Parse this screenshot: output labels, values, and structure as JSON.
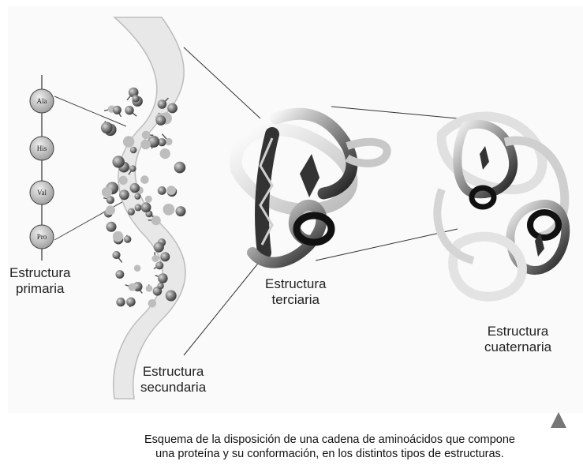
{
  "primary": {
    "label_line1": "Estructura",
    "label_line2": "primaria",
    "amino_acids": [
      "Ala",
      "His",
      "Val",
      "Pro"
    ]
  },
  "secondary": {
    "label_line1": "Estructura",
    "label_line2": "secundaria"
  },
  "tertiary": {
    "label_line1": "Estructura",
    "label_line2": "terciaria"
  },
  "quaternary": {
    "label_line1": "Estructura",
    "label_line2": "cuaternaria"
  },
  "caption": {
    "line1": "Esquema de la disposición de una cadena de aminoácidos que compone",
    "line2": "una proteína y su conformación, en los distintos tipos de estructuras."
  },
  "icons": {
    "caption_marker": "triangle-up-icon"
  }
}
